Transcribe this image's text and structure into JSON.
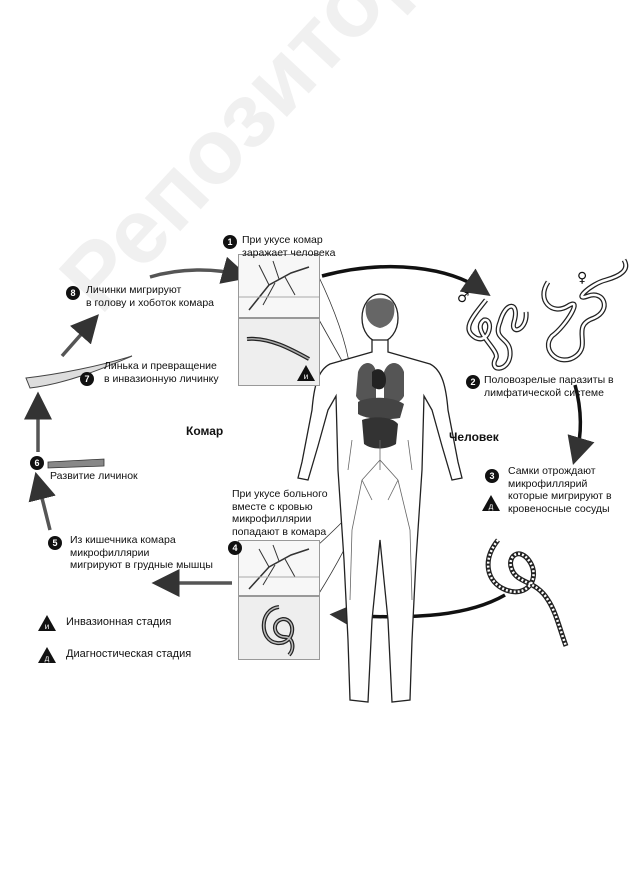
{
  "watermark": "Репозиторий ВГМУ",
  "sides": {
    "mosquito": "Комар",
    "human": "Человек"
  },
  "steps": [
    {
      "n": "1",
      "text": "При укусе комар\nзаражает человека"
    },
    {
      "n": "2",
      "text": "Половозрелые паразиты в\nлимфатической системе"
    },
    {
      "n": "3",
      "text": "Самки отрождают\nмикрофиллярий\nкоторые мигрируют в\nкровеносные сосуды"
    },
    {
      "n": "4",
      "text": "При укусе больного\nвместе с кровью\nмикрофиллярии\nпопадают в комара"
    },
    {
      "n": "5",
      "text": "Из кишечника комара\nмикрофиллярии\nмигрируют в грудные мышцы"
    },
    {
      "n": "6",
      "text": "Развитие личинок"
    },
    {
      "n": "7",
      "text": "Линька и превращение\nв инвазионную личинку"
    },
    {
      "n": "8",
      "text": "Личинки мигрируют\nв голову и хоботок комара"
    }
  ],
  "stage_marks": {
    "infective": "и",
    "diagnostic": "д"
  },
  "legend": [
    {
      "mark": "и",
      "label": "Инвазионная стадия"
    },
    {
      "mark": "д",
      "label": "Диагностическая стадия"
    }
  ],
  "sex_symbols": {
    "male": "♂",
    "female": "♀"
  }
}
